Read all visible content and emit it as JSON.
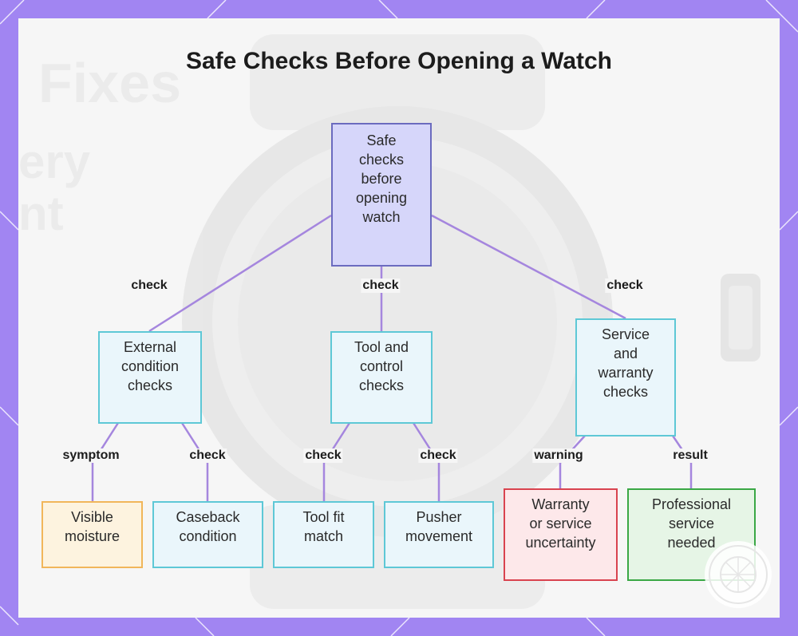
{
  "title": "Safe Checks Before Opening a Watch",
  "colors": {
    "frame": "#a185f2",
    "root_fill": "#d6d6fa",
    "root_border": "#6b6bbf",
    "mid_border": "#5ec8d6",
    "edge": "#a586de",
    "leaf_orange": "#f1b65a",
    "leaf_red": "#d9434f",
    "leaf_green": "#3aa845"
  },
  "root": {
    "lines": [
      "Safe",
      "checks",
      "before",
      "opening",
      "watch"
    ]
  },
  "branches": [
    {
      "edge_label": "check",
      "lines": [
        "External",
        "condition",
        "checks"
      ]
    },
    {
      "edge_label": "check",
      "lines": [
        "Tool and",
        "control",
        "checks"
      ]
    },
    {
      "edge_label": "check",
      "lines": [
        "Service",
        "and",
        "warranty",
        "checks"
      ]
    }
  ],
  "leaves": [
    {
      "edge_label": "symptom",
      "lines": [
        "Visible",
        "moisture"
      ]
    },
    {
      "edge_label": "check",
      "lines": [
        "Caseback",
        "condition"
      ]
    },
    {
      "edge_label": "check",
      "lines": [
        "Tool fit",
        "match"
      ]
    },
    {
      "edge_label": "check",
      "lines": [
        "Pusher",
        "movement"
      ]
    },
    {
      "edge_label": "warning",
      "lines": [
        "Warranty",
        "or service",
        "uncertainty"
      ]
    },
    {
      "edge_label": "result",
      "lines": [
        "Professional",
        "service",
        "needed"
      ]
    }
  ]
}
